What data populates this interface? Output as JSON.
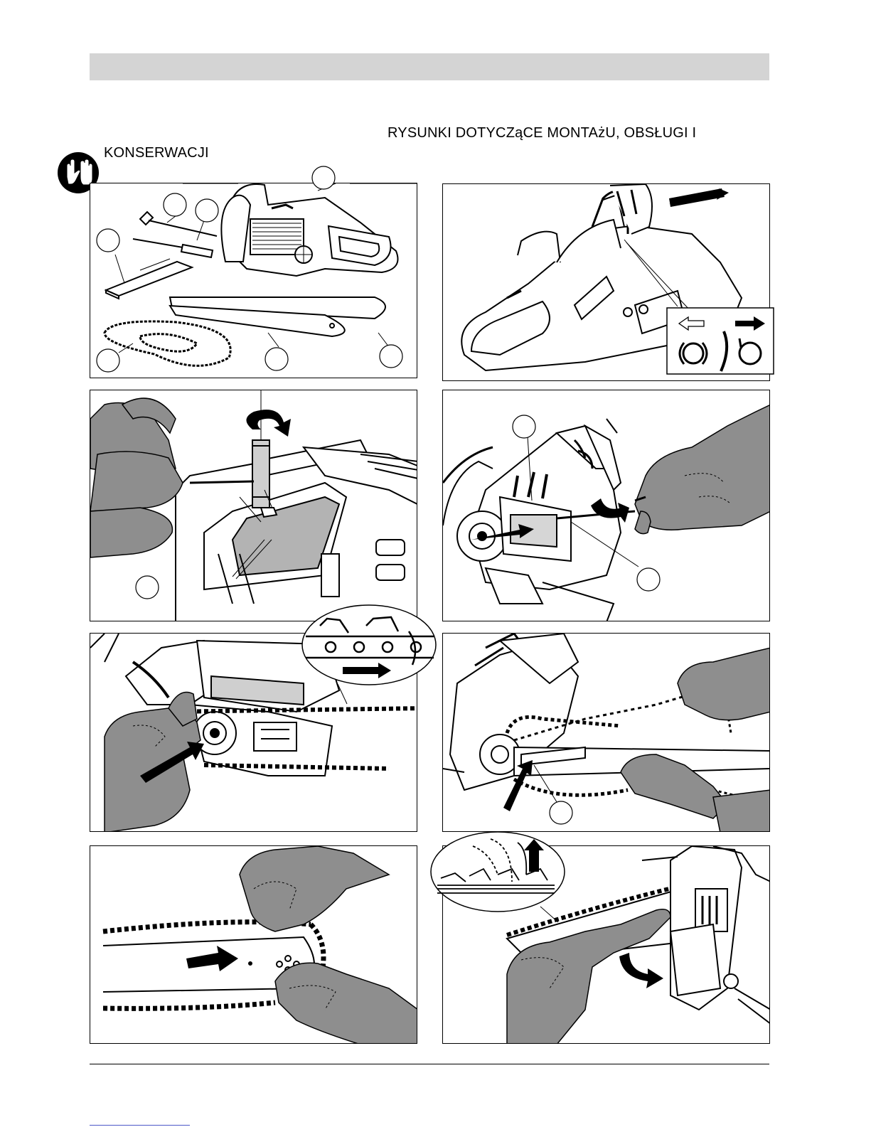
{
  "header": {
    "title_right": "RYSUNKI DOTYCZąCE MONTAżU, OBSŁUGI I",
    "title_left": "KONSERWACJI",
    "safety_icon": "gloves-icon"
  },
  "figures": [
    {
      "id": "fig-1",
      "subject": "contents-of-package",
      "callouts": 7
    },
    {
      "id": "fig-2",
      "subject": "chain-brake-lever",
      "callouts": 0,
      "icons": [
        "arrow-left-outline-icon",
        "arrow-right-solid-icon",
        "brake-released-icon",
        "brake-engaged-icon"
      ]
    },
    {
      "id": "fig-3",
      "subject": "removing-sprocket-cover-nuts",
      "callouts": 1
    },
    {
      "id": "fig-4",
      "subject": "chain-tensioner-screw",
      "callouts": 2
    },
    {
      "id": "fig-5",
      "subject": "fitting-chain-on-sprocket",
      "callouts": 0
    },
    {
      "id": "fig-6",
      "subject": "fitting-bar-and-chain",
      "callouts": 1
    },
    {
      "id": "fig-7",
      "subject": "chain-around-bar-nose",
      "callouts": 0
    },
    {
      "id": "fig-8",
      "subject": "tensioning-chain",
      "callouts": 0
    }
  ],
  "colors": {
    "header_bar": "#d4d4d4",
    "glove": "#8e8e8e",
    "ink": "#000000"
  }
}
